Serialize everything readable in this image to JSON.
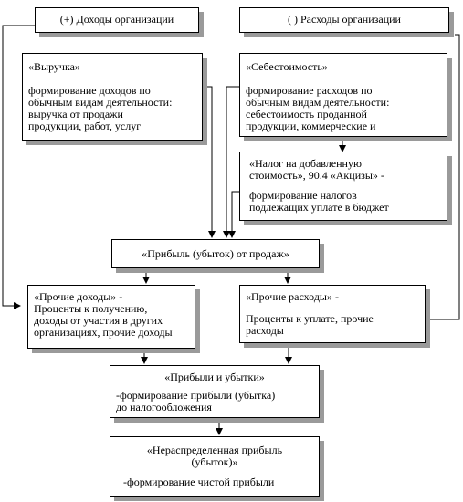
{
  "income_header": {
    "label": "(+) Доходы организации"
  },
  "expense_header": {
    "label": "( ) Расходы организации"
  },
  "revenue_box": {
    "title": "«Выручка» –",
    "lines": [
      "формирование доходов по",
      "обычным видам деятельности:",
      "выручка от продажи",
      "продукции, работ, услуг"
    ]
  },
  "cost_box": {
    "title": "«Себестоимость» –",
    "lines": [
      "формирование расходов по",
      "обычным видам деятельности:",
      "себестоимость проданной",
      "продукции, коммерческие и"
    ]
  },
  "tax_box": {
    "lines": [
      "«Налог на добавленную",
      "стоимость», 90.4 «Акцизы» -"
    ],
    "desc": [
      "формирование налогов",
      "подлежащих уплате в бюджет"
    ]
  },
  "sales_profit_box": {
    "label": "«Прибыль (убыток) от продаж»"
  },
  "other_income_box": {
    "lines": [
      "«Прочие доходы» -",
      "Проценты к получению,",
      "доходы от участия в других",
      "организациях, прочие доходы"
    ]
  },
  "other_expense_box": {
    "title": "«Прочие расходы» -",
    "lines": [
      "Проценты к уплате, прочие",
      "расходы"
    ]
  },
  "profit_loss_box": {
    "title": "«Прибыли и убытки»",
    "lines": [
      "-формирование прибыли (убытка)",
      "до налогообложения"
    ]
  },
  "retained_box": {
    "title_lines": [
      "«Нераспределенная прибыль",
      "(убыток)»"
    ],
    "desc": "-формирование чистой прибыли"
  },
  "colors": {
    "border": "#000000",
    "shadow": "#9a9a9a",
    "background": "#ffffff"
  }
}
